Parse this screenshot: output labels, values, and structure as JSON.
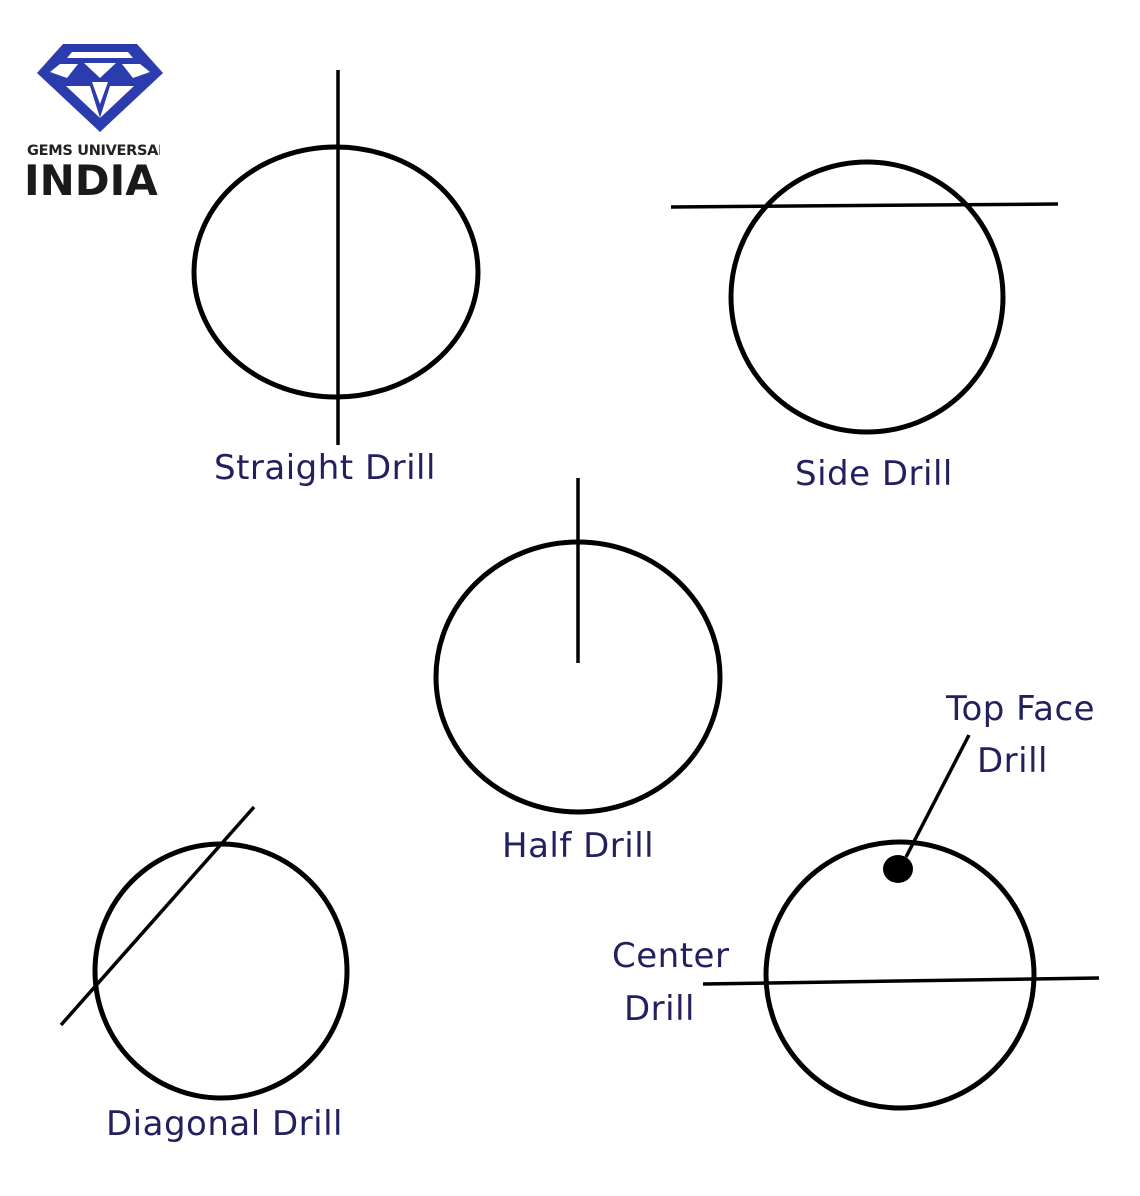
{
  "logo": {
    "tagline": "GEMS UNIVERSAL",
    "name": "INDIA",
    "brand_color": "#2b3cae",
    "icon": "diamond-icon"
  },
  "diagrams": [
    {
      "id": "straight",
      "label": "Straight Drill"
    },
    {
      "id": "side",
      "label": "Side Drill"
    },
    {
      "id": "half",
      "label": "Half Drill"
    },
    {
      "id": "diagonal",
      "label": "Diagonal Drill"
    },
    {
      "id": "top-face",
      "label_line1": "Top Face",
      "label_line2": "Drill"
    },
    {
      "id": "center",
      "label_line1": "Center",
      "label_line2": "Drill"
    }
  ],
  "colors": {
    "stroke": "#000000",
    "label": "#22205f"
  }
}
